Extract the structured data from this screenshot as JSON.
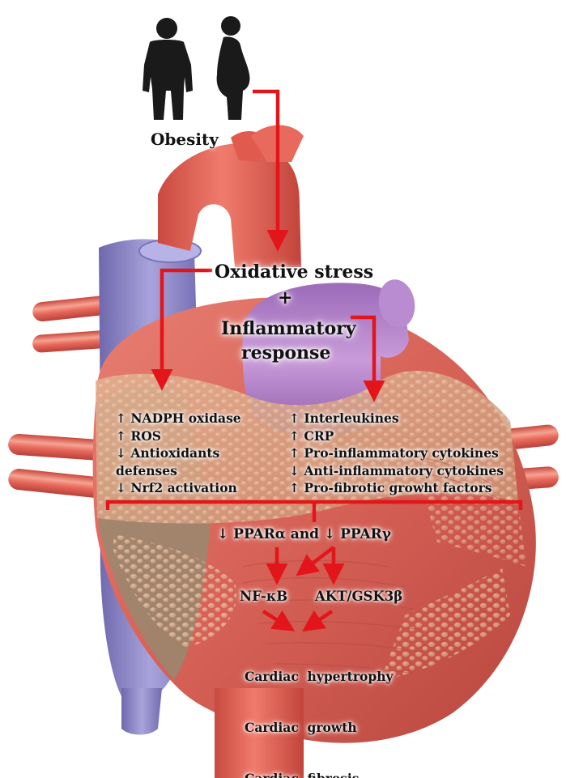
{
  "figure": {
    "obesity_label": "Obesity",
    "oxidative_label": "Oxidative stress",
    "plus_label": "+",
    "inflammatory_line1": "Inflammatory",
    "inflammatory_line2": "response",
    "oxidative_effects": [
      "↑ NADPH oxidase",
      "↑ ROS",
      "↓ Antioxidants",
      "defenses",
      "↓ Nrf2 activation"
    ],
    "inflammatory_effects": [
      "↑ Interleukines",
      "↑ CRP",
      "↑ Pro-inflammatory cytokines",
      "↓ Anti-inflammatory cytokines",
      "↑ Pro-fibrotic growht factors"
    ],
    "ppar_line": "↓ PPARα and ↓ PPARγ",
    "nfkb_label": "NF-κB",
    "akt_label": "AKT/GSK3β",
    "outcomes": [
      "Cardiac  hypertrophy",
      "Cardiac  growth",
      "Cardiac  fibrosis"
    ]
  },
  "colors": {
    "arrow": "#e3151a",
    "heart_main": "#d9655f",
    "heart_dark": "#a9463f",
    "fat_tissue": "#d9a98a",
    "vein": "#8d86c7",
    "aorta_top": "#e5564a",
    "silhouette": "#1a1a1a"
  }
}
